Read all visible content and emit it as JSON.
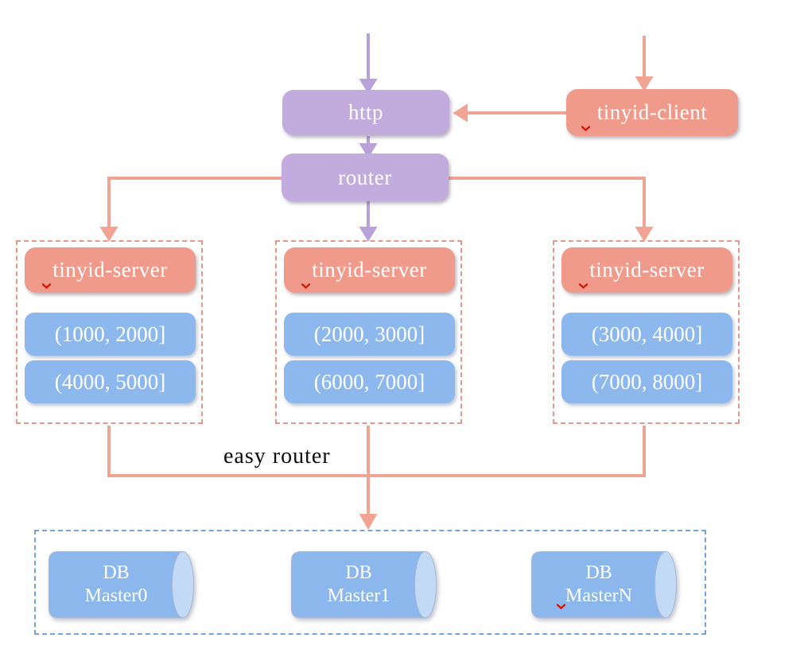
{
  "colors": {
    "purple_node": "#c2abdd",
    "salmon_node": "#f09a8b",
    "blue_range_box": "#8cb8ed",
    "cylinder_body": "#8cb7ec",
    "cylinder_cap": "#c3daf6",
    "salmon_connector": "#f2a494",
    "purple_connector": "#b9a2d8",
    "server_group_dashed_border": "#e0998a",
    "db_group_dashed_border": "#74a3dc",
    "node_text": "#ffffff",
    "easy_router_text": "#0a0a0a",
    "spellcheck_mark": "#cf1b0b"
  },
  "nodes": {
    "http": "http",
    "router": "router",
    "client": "tinyid-client"
  },
  "server_groups": [
    {
      "label": "tinyid-server",
      "ranges": [
        "(1000, 2000]",
        "(4000, 5000]"
      ]
    },
    {
      "label": "tinyid-server",
      "ranges": [
        "(2000, 3000]",
        "(6000, 7000]"
      ]
    },
    {
      "label": "tinyid-server",
      "ranges": [
        "(3000, 4000]",
        "(7000, 8000]"
      ]
    }
  ],
  "easy_router_label": "easy router",
  "databases": [
    {
      "line1": "DB",
      "line2": "Master0"
    },
    {
      "line1": "DB",
      "line2": "Master1"
    },
    {
      "line1": "DB",
      "line2": "MasterN"
    }
  ]
}
